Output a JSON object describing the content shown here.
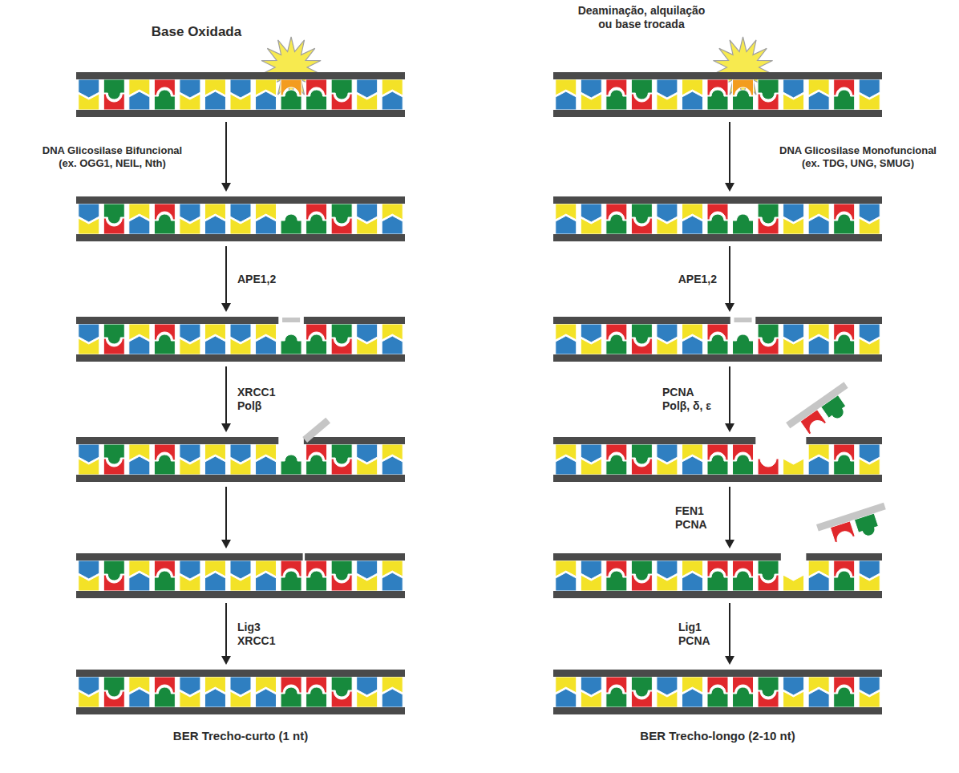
{
  "diagram": {
    "labels": [
      "Base Oxidada",
      "Deaminação, alquilação ou base trocada",
      "DNA Glicosilase Bifuncional (ex. OGG1, NEIL, Nth)",
      "DNA Glicosilase Monofuncional (ex. TDG, UNG, SMUG)",
      "APE1,2",
      "APE1,2",
      "XRCC1 Polβ",
      "PCNA Polβ, δ, ε",
      "FEN1 PCNA",
      "Lig3 XRCC1",
      "Lig1 PCNA",
      "BER Trecho-curto (1 nt)",
      "BER Trecho-longo (2-10 nt)"
    ]
  }
}
